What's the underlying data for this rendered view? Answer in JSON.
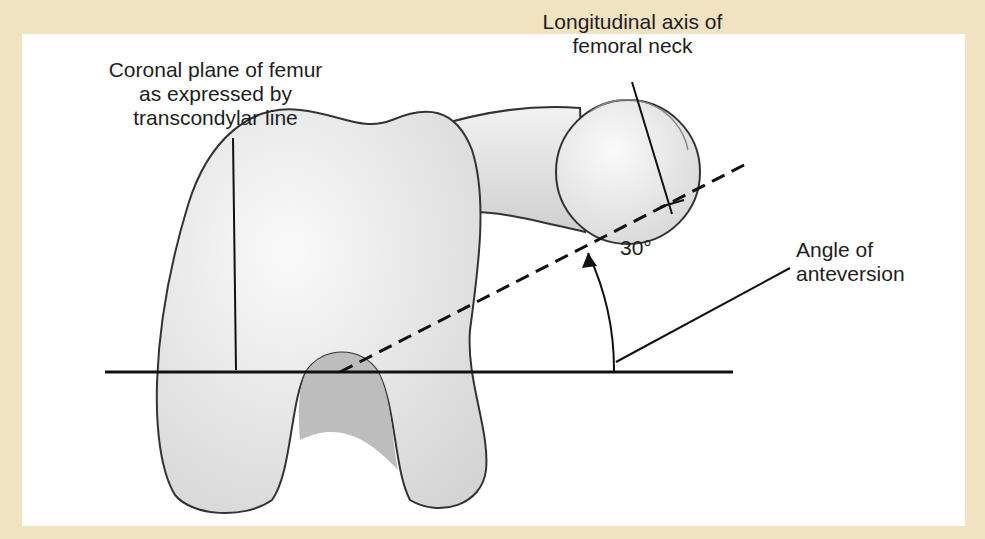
{
  "diagram": {
    "labels": [
      "Longitudinal axis of femoral neck",
      "Coronal plane of femur as expressed by transcondylar line",
      "30°",
      "Angle of anteversion"
    ]
  }
}
